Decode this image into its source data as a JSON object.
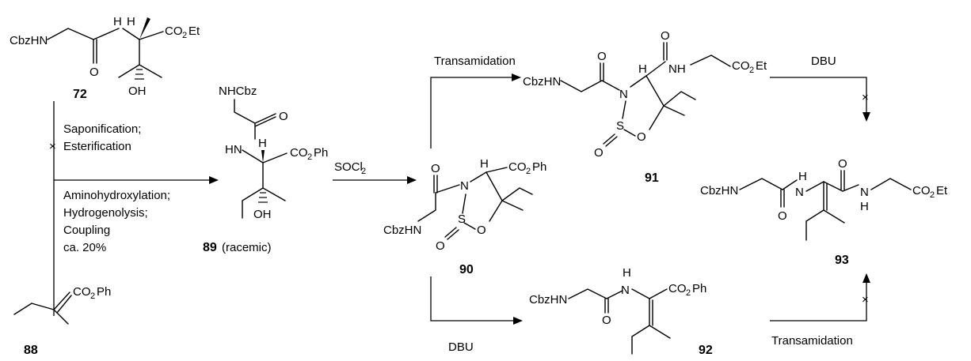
{
  "compounds": {
    "c72": {
      "label": "72"
    },
    "c88": {
      "label": "88"
    },
    "c89": {
      "label": "89",
      "note": "(racemic)"
    },
    "c90": {
      "label": "90"
    },
    "c91": {
      "label": "91"
    },
    "c92": {
      "label": "92"
    },
    "c93": {
      "label": "93"
    }
  },
  "atoms": {
    "cbzhn": "CbzHN",
    "nhcbz": "NHCbz",
    "hn": "HN",
    "nh": "NH",
    "n": "N",
    "h": "H",
    "o": "O",
    "oh": "OH",
    "s": "S",
    "co2": "CO",
    "two": "2",
    "et": "Et",
    "ph": "Ph"
  },
  "conditions": {
    "saponification": "Saponification;",
    "esterification": "Esterification",
    "aminohydroxylation": "Aminohydroxylation;",
    "hydrogenolysis": "Hydrogenolysis;",
    "coupling": "Coupling",
    "yield": "ca. 20%",
    "socl": "SOCl",
    "socl_sub": "2",
    "transamidation_top": "Transamidation",
    "transamidation_bottom": "Transamidation",
    "dbu_top": "DBU",
    "dbu_bottom": "DBU"
  }
}
